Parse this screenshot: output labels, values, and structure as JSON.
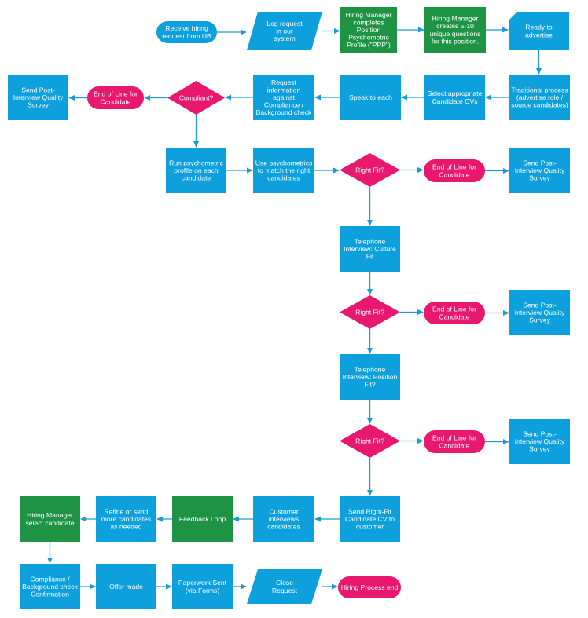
{
  "colors": {
    "process": "#0ea0dd",
    "manager": "#1e9344",
    "terminal": "#e8186e",
    "decision": "#e8186e",
    "arrow": "#1a9ad6",
    "text": "#ffffff"
  },
  "nodes": [
    {
      "id": "receive",
      "shape": "terminal-blue",
      "lines": [
        "Receive hiring",
        "request from UB"
      ]
    },
    {
      "id": "log",
      "shape": "parallelogram",
      "lines": [
        "Log request",
        "in our",
        "system"
      ]
    },
    {
      "id": "hm-ppp",
      "shape": "manager",
      "lines": [
        "Hiring Manager",
        "completes",
        "Position",
        "Psychometric",
        "Profile (\"PPP\")"
      ]
    },
    {
      "id": "hm-questions",
      "shape": "manager",
      "lines": [
        "Hiring Manager",
        "creates 5-10",
        "unique questions",
        "for this position."
      ]
    },
    {
      "id": "ready",
      "shape": "document",
      "lines": [
        "Ready to",
        "advertise"
      ]
    },
    {
      "id": "traditional",
      "shape": "process",
      "lines": [
        "Traditional process",
        "(advertise role /",
        "source candidates)"
      ]
    },
    {
      "id": "select-cvs",
      "shape": "process",
      "lines": [
        "Select appropriate",
        "Candidate CVs"
      ]
    },
    {
      "id": "speak",
      "shape": "process",
      "lines": [
        "Speak to each"
      ]
    },
    {
      "id": "request-info",
      "shape": "process",
      "lines": [
        "Request",
        "information",
        "against",
        "Compliance /",
        "Background check"
      ]
    },
    {
      "id": "compliant",
      "shape": "decision",
      "lines": [
        "Compliant?"
      ]
    },
    {
      "id": "eol-1",
      "shape": "terminal",
      "lines": [
        "End of Line for",
        "Candidate"
      ]
    },
    {
      "id": "survey-1",
      "shape": "process",
      "lines": [
        "Send Post-",
        "Interview Quality",
        "Survey"
      ]
    },
    {
      "id": "run-psych",
      "shape": "process",
      "lines": [
        "Run psychometric",
        "profile on each",
        "candidate"
      ]
    },
    {
      "id": "use-psych",
      "shape": "process",
      "lines": [
        "Use psychometrics",
        "to match the right",
        "candidates"
      ]
    },
    {
      "id": "fit-1",
      "shape": "decision",
      "lines": [
        "Right Fit?"
      ]
    },
    {
      "id": "eol-2",
      "shape": "terminal",
      "lines": [
        "End of Line for",
        "Candidate"
      ]
    },
    {
      "id": "survey-2",
      "shape": "process",
      "lines": [
        "Send Post-",
        "Interview Quality",
        "Survey"
      ]
    },
    {
      "id": "tel-culture",
      "shape": "process",
      "lines": [
        "Telephone",
        "Interview: Culture",
        "Fit"
      ]
    },
    {
      "id": "fit-2",
      "shape": "decision",
      "lines": [
        "Right Fit?"
      ]
    },
    {
      "id": "eol-3",
      "shape": "terminal",
      "lines": [
        "End of Line for",
        "Candidate"
      ]
    },
    {
      "id": "survey-3",
      "shape": "process",
      "lines": [
        "Send Post-",
        "Interview Quality",
        "Survey"
      ]
    },
    {
      "id": "tel-position",
      "shape": "process",
      "lines": [
        "Telephone",
        "Interview: Position",
        "Fit?"
      ]
    },
    {
      "id": "fit-3",
      "shape": "decision",
      "lines": [
        "Right Fit?"
      ]
    },
    {
      "id": "eol-4",
      "shape": "terminal",
      "lines": [
        "End of Line for",
        "Candidate"
      ]
    },
    {
      "id": "survey-4",
      "shape": "process",
      "lines": [
        "Send Post-",
        "Interview Quality",
        "Survey"
      ]
    },
    {
      "id": "send-cv",
      "shape": "process",
      "lines": [
        "Send Right-Fit",
        "Candidate CV to",
        "customer"
      ]
    },
    {
      "id": "customer-interviews",
      "shape": "process",
      "lines": [
        "Customer",
        "interviews",
        "candidates"
      ]
    },
    {
      "id": "feedback",
      "shape": "manager",
      "lines": [
        "Feedback Loop"
      ]
    },
    {
      "id": "refine",
      "shape": "process",
      "lines": [
        "Refine or send",
        "more candidates",
        "as needed"
      ]
    },
    {
      "id": "hm-select",
      "shape": "manager",
      "lines": [
        "Hiring Manager",
        "select candidate"
      ]
    },
    {
      "id": "compliance-confirm",
      "shape": "process",
      "lines": [
        "Compliance /",
        "Background check",
        "Confirmation"
      ]
    },
    {
      "id": "offer",
      "shape": "process",
      "lines": [
        "Offer made"
      ]
    },
    {
      "id": "paperwork",
      "shape": "process",
      "lines": [
        "Paperwork Sent",
        "(via Forms)"
      ]
    },
    {
      "id": "close",
      "shape": "parallelogram",
      "lines": [
        "Close",
        "Request"
      ]
    },
    {
      "id": "end",
      "shape": "terminal",
      "lines": [
        "Hiring Process end"
      ]
    }
  ],
  "edges": [
    {
      "from": "receive",
      "to": "log"
    },
    {
      "from": "log",
      "to": "hm-ppp"
    },
    {
      "from": "hm-ppp",
      "to": "hm-questions"
    },
    {
      "from": "hm-questions",
      "to": "ready"
    },
    {
      "from": "ready",
      "to": "traditional"
    },
    {
      "from": "traditional",
      "to": "select-cvs"
    },
    {
      "from": "select-cvs",
      "to": "speak"
    },
    {
      "from": "speak",
      "to": "request-info"
    },
    {
      "from": "request-info",
      "to": "compliant"
    },
    {
      "from": "compliant",
      "to": "eol-1"
    },
    {
      "from": "eol-1",
      "to": "survey-1"
    },
    {
      "from": "compliant",
      "to": "run-psych"
    },
    {
      "from": "run-psych",
      "to": "use-psych"
    },
    {
      "from": "use-psych",
      "to": "fit-1"
    },
    {
      "from": "fit-1",
      "to": "eol-2"
    },
    {
      "from": "eol-2",
      "to": "survey-2"
    },
    {
      "from": "fit-1",
      "to": "tel-culture"
    },
    {
      "from": "tel-culture",
      "to": "fit-2"
    },
    {
      "from": "fit-2",
      "to": "eol-3"
    },
    {
      "from": "eol-3",
      "to": "survey-3"
    },
    {
      "from": "fit-2",
      "to": "tel-position"
    },
    {
      "from": "tel-position",
      "to": "fit-3"
    },
    {
      "from": "fit-3",
      "to": "eol-4"
    },
    {
      "from": "eol-4",
      "to": "survey-4"
    },
    {
      "from": "fit-3",
      "to": "send-cv"
    },
    {
      "from": "send-cv",
      "to": "customer-interviews"
    },
    {
      "from": "customer-interviews",
      "to": "feedback"
    },
    {
      "from": "feedback",
      "to": "refine"
    },
    {
      "from": "refine",
      "to": "hm-select"
    },
    {
      "from": "hm-select",
      "to": "compliance-confirm"
    },
    {
      "from": "compliance-confirm",
      "to": "offer"
    },
    {
      "from": "offer",
      "to": "paperwork"
    },
    {
      "from": "paperwork",
      "to": "close"
    },
    {
      "from": "close",
      "to": "end"
    }
  ]
}
